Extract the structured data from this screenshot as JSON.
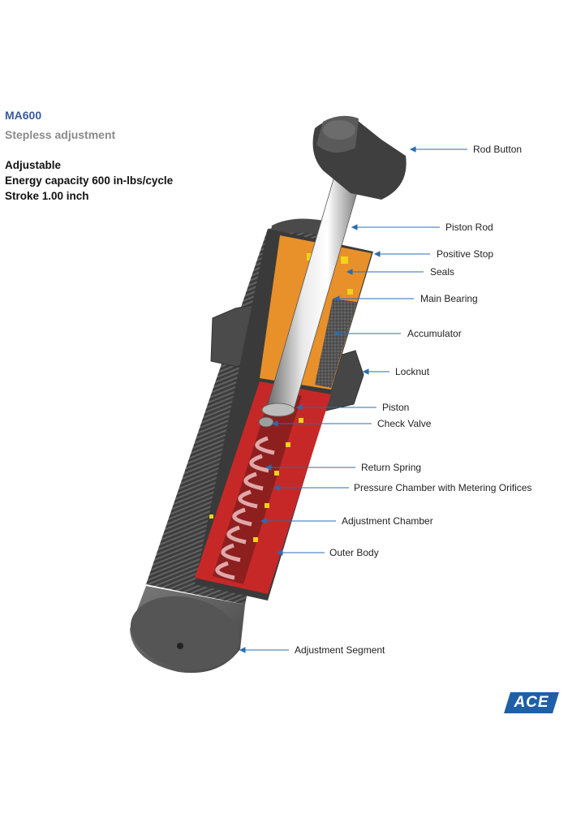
{
  "header": {
    "model": "MA600",
    "subtitle": "Stepless adjustment"
  },
  "specs": [
    "Adjustable",
    "Energy capacity 600 in-lbs/cycle",
    "Stroke 1.00 inch"
  ],
  "labels": {
    "rod_button": "Rod Button",
    "piston_rod": "Piston Rod",
    "positive_stop": "Positive Stop",
    "seals": "Seals",
    "main_bearing": "Main Bearing",
    "accumulator": "Accumulator",
    "locknut": "Locknut",
    "piston": "Piston",
    "check_valve": "Check Valve",
    "return_spring": "Return Spring",
    "pressure_chamber": "Pressure Chamber with Metering Orifices",
    "adjustment_chamber": "Adjustment Chamber",
    "outer_body": "Outer Body",
    "adjustment_segment": "Adjustment Segment"
  },
  "logo": {
    "text": "ACE",
    "color": "#1f5fa6"
  },
  "colors": {
    "title": "#3a5a98",
    "leader": "#2b6cb0",
    "body": "#4a4a4a",
    "orange": "#e8902a",
    "red": "#c62828",
    "yellow": "#f2d21b"
  }
}
